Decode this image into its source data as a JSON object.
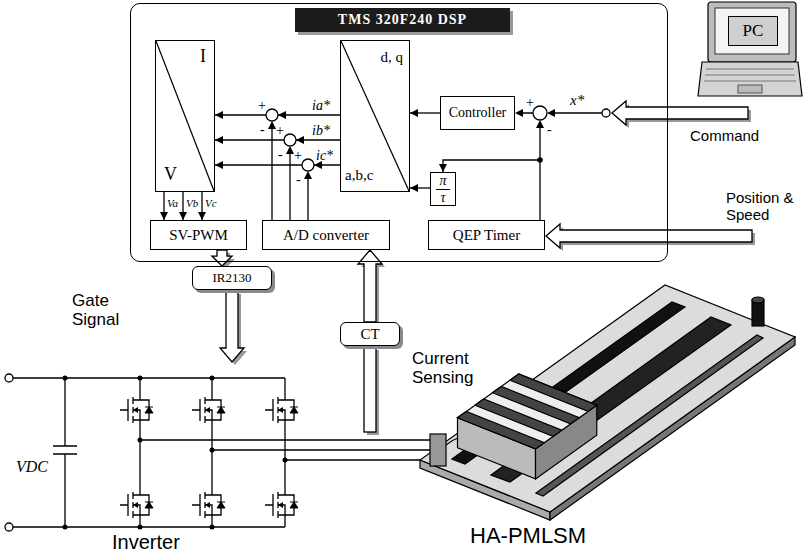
{
  "diagram": {
    "nodes": [
      {
        "text": [
          "TMS 320F240 DSP"
        ]
      },
      {
        "text": [
          "I",
          "V"
        ],
        "in": 0
      },
      {
        "text": [
          "d, q",
          "a,b,c"
        ],
        "in": 0
      },
      {
        "text": [
          "Controller"
        ],
        "in": 0
      },
      {
        "text": [
          "π",
          "τ"
        ],
        "in": 0
      },
      {
        "text": [
          "SV-PWM"
        ],
        "in": 0
      },
      {
        "text": [
          "A/D converter"
        ],
        "in": 0
      },
      {
        "text": [
          "QEP Timer"
        ],
        "in": 0
      },
      {
        "text": [
          "IR2130"
        ]
      },
      {
        "text": [
          "CT"
        ]
      },
      {
        "text": [
          "PC"
        ]
      }
    ],
    "edges": [
      {
        "from": 2,
        "to": 1,
        "arrow": "to",
        "label": "ia*"
      },
      {
        "from": 2,
        "to": 1,
        "arrow": "to",
        "label": "ib*"
      },
      {
        "from": 2,
        "to": 1,
        "arrow": "to",
        "label": "ic*"
      },
      {
        "from": 3,
        "to": 2,
        "arrow": "to"
      },
      {
        "from": 1,
        "to": 5,
        "arrow": "to",
        "label": "Va"
      },
      {
        "from": 1,
        "to": 5,
        "arrow": "to",
        "label": "Vb"
      },
      {
        "from": 1,
        "to": 5,
        "arrow": "to",
        "label": "Vc"
      },
      {
        "from": 7,
        "to": 4,
        "arrow": "to"
      },
      {
        "from": 4,
        "to": 2,
        "arrow": "to"
      },
      {
        "from": 5,
        "to": 8,
        "arrow": "to"
      },
      {
        "from": 9,
        "to": 6,
        "arrow": "to"
      }
    ],
    "labels": [
      "+",
      "-",
      "+",
      "-",
      "+",
      "-",
      "+",
      "-",
      "x*",
      "Command",
      "Position & Speed",
      "Gate Signal",
      "Current Sensing",
      "VDC",
      "Inverter",
      "HA-PMLSM"
    ]
  }
}
